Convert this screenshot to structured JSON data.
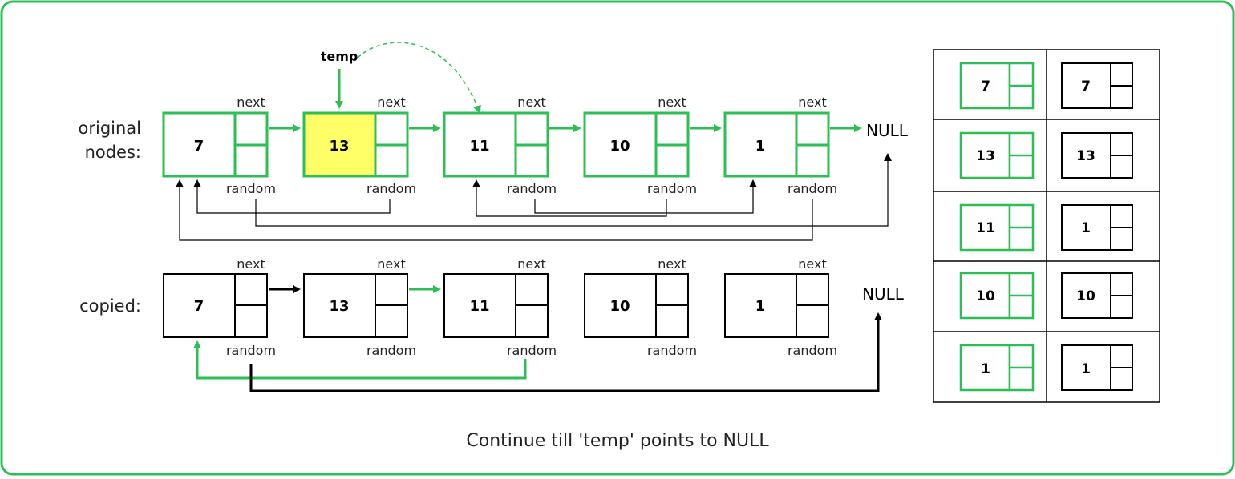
{
  "labels": {
    "original": [
      "original",
      "nodes:"
    ],
    "copied": "copied:",
    "next": "next",
    "random": "random",
    "null": "NULL",
    "temp": "temp"
  },
  "original_nodes": [
    "7",
    "13",
    "11",
    "10",
    "1"
  ],
  "copied_nodes": [
    "7",
    "13",
    "11",
    "10",
    "1"
  ],
  "highlighted_node": "13",
  "map_table": [
    {
      "original": "7",
      "copy": "7"
    },
    {
      "original": "13",
      "copy": "13"
    },
    {
      "original": "11",
      "copy": "1"
    },
    {
      "original": "10",
      "copy": "10"
    },
    {
      "original": "1",
      "copy": "1"
    }
  ],
  "caption": "Continue till 'temp' points to NULL",
  "colors": {
    "accent": "#2dbe55",
    "highlight": "#ffff66",
    "line": "#000000"
  }
}
